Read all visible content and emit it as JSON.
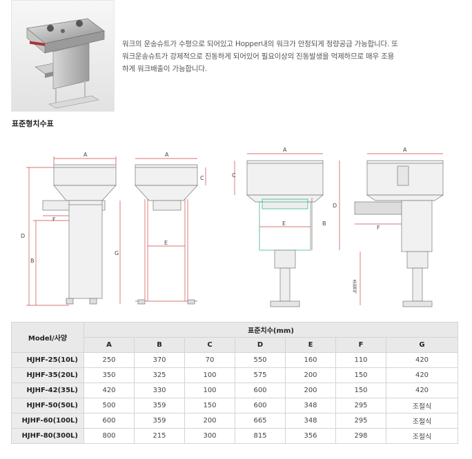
{
  "intro": {
    "line1": "워크의 운송슈트가 수평으로 되어있고 Hopper내의 워크가 안정되게 정량공급 가능합니다. 또",
    "line2": "워크운송슈트가 강제적으로 진동하게 되어있어 필요이상의 진동발생을 억제하므로 매우 조용",
    "line3": "하게 워크배출이 가능합니다."
  },
  "section_title": "표준형치수표",
  "drawing_labels": {
    "a": "A",
    "b": "B",
    "c": "C",
    "d": "D",
    "e": "E",
    "f": "F",
    "g": "G",
    "adjustable": "조절식"
  },
  "table": {
    "model_header": "Model/사양",
    "group_header": "표준치수(mm)",
    "columns": [
      "A",
      "B",
      "C",
      "D",
      "E",
      "F",
      "G"
    ],
    "rows": [
      {
        "model": "HJHF-25(10L)",
        "values": [
          "250",
          "370",
          "70",
          "550",
          "160",
          "110",
          "420"
        ]
      },
      {
        "model": "HJHF-35(20L)",
        "values": [
          "350",
          "325",
          "100",
          "575",
          "200",
          "150",
          "420"
        ]
      },
      {
        "model": "HJHF-42(35L)",
        "values": [
          "420",
          "330",
          "100",
          "600",
          "200",
          "150",
          "420"
        ]
      },
      {
        "model": "HJHF-50(50L)",
        "values": [
          "500",
          "359",
          "150",
          "600",
          "348",
          "295",
          "조절식"
        ]
      },
      {
        "model": "HJHF-60(100L)",
        "values": [
          "600",
          "359",
          "200",
          "665",
          "348",
          "295",
          "조절식"
        ]
      },
      {
        "model": "HJHF-80(300L)",
        "values": [
          "800",
          "215",
          "300",
          "815",
          "356",
          "298",
          "조절식"
        ]
      }
    ]
  }
}
